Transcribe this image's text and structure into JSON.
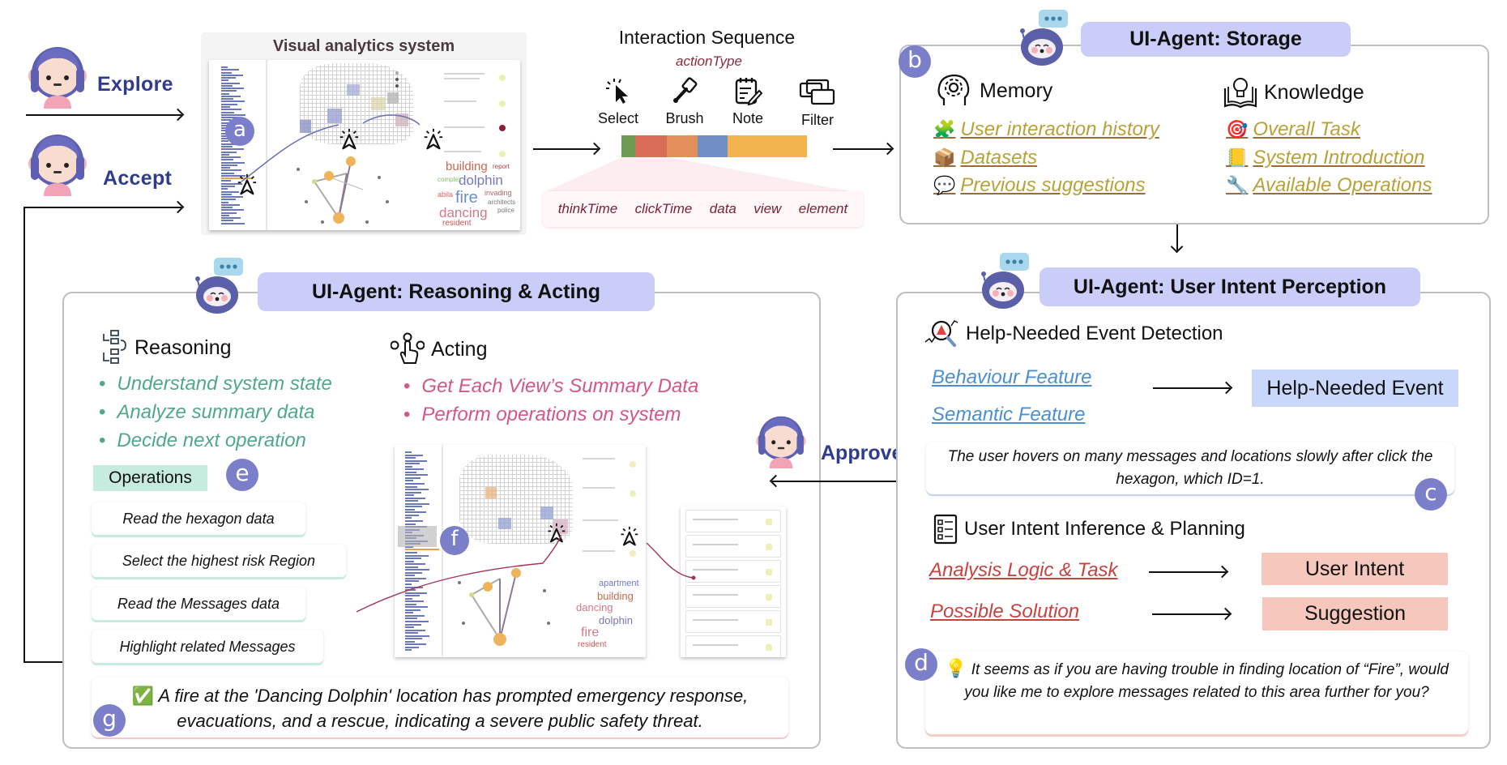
{
  "users": {
    "explore_label": "Explore",
    "accept_label": "Accept",
    "approve_label": "Approve"
  },
  "visual_system": {
    "title": "Visual analytics system",
    "marker": "a",
    "word_cloud": [
      "building",
      "report",
      "dolphin",
      "fire",
      "dancing",
      "resident",
      "complex",
      "invading",
      "architects",
      "abila",
      "police"
    ],
    "acting_marker": "f",
    "acting_word_cloud": [
      "apartment",
      "building",
      "dancing",
      "dolphin",
      "fire",
      "resident"
    ]
  },
  "interaction_sequence": {
    "title": "Interaction Sequence",
    "subtitle": "actionType",
    "actions": [
      {
        "label": "Select",
        "icon": "select-cursor-icon"
      },
      {
        "label": "Brush",
        "icon": "brush-icon"
      },
      {
        "label": "Note",
        "icon": "note-icon"
      },
      {
        "label": "Filter",
        "icon": "filter-icon"
      }
    ],
    "segments": [
      {
        "color": "#6c9a52",
        "share": 0.075
      },
      {
        "color": "#d86e58",
        "share": 0.17
      },
      {
        "color": "#e28f5a",
        "share": 0.165
      },
      {
        "color": "#6f8fc6",
        "share": 0.16
      },
      {
        "color": "#f2b54e",
        "share": 0.43
      }
    ],
    "attributes": [
      "thinkTime",
      "clickTime",
      "data",
      "view",
      "element"
    ]
  },
  "storage": {
    "title": "UI-Agent: Storage",
    "marker": "b",
    "memory": {
      "heading": "Memory",
      "items": [
        {
          "icon": "puzzle-icon",
          "emoji": "🧩",
          "label": "User interaction history"
        },
        {
          "icon": "box-icon",
          "emoji": "📦",
          "label": "Datasets"
        },
        {
          "icon": "speech-bubble-icon",
          "emoji": "💬",
          "label": "Previous suggestions"
        }
      ]
    },
    "knowledge": {
      "heading": "Knowledge",
      "items": [
        {
          "icon": "target-icon",
          "emoji": "🎯",
          "label": "Overall Task"
        },
        {
          "icon": "notebook-icon",
          "emoji": "📒",
          "label": "System Introduction"
        },
        {
          "icon": "wrench-icon",
          "emoji": "🔧",
          "label": "Available Operations"
        }
      ]
    }
  },
  "perception": {
    "title": "UI-Agent: User Intent Perception",
    "detection": {
      "heading": "Help-Needed Event Detection",
      "features": [
        "Behaviour Feature",
        "Semantic Feature"
      ],
      "output": "Help-Needed Event",
      "example": "The user hovers on many messages and locations slowly after click the hexagon, which ID=1.",
      "marker": "c"
    },
    "inference": {
      "heading": "User Intent Inference & Planning",
      "rows": [
        {
          "input": "Analysis Logic & Task",
          "output": "User Intent"
        },
        {
          "input": "Possible Solution",
          "output": "Suggestion"
        }
      ],
      "marker": "d",
      "suggestion_emoji": "💡",
      "suggestion": "It seems as if you are having trouble in finding location of “Fire”, would you like me to explore messages related to this area further for you?"
    }
  },
  "reasoning_acting": {
    "title": "UI-Agent: Reasoning & Acting",
    "reasoning": {
      "heading": "Reasoning",
      "bullets": [
        "Understand system state",
        "Analyze summary data",
        "Decide next operation"
      ]
    },
    "acting": {
      "heading": "Acting",
      "bullets": [
        "Get Each View’s Summary Data",
        "Perform operations on system"
      ]
    },
    "operations_label": "Operations",
    "operations_marker": "e",
    "operations": [
      "Read the hexagon data",
      "Select the highest risk Region",
      "Read the Messages data",
      "Highlight related Messages"
    ],
    "result_marker": "g",
    "result_emoji": "✅",
    "result": "A fire at the 'Dancing Dolphin' location has prompted emergency response, evacuations, and a rescue, indicating a severe public safety threat."
  },
  "colors": {
    "tab_bg": "#c9cdf7",
    "marker_bg": "#7b7fc9",
    "user_label": "#2f3b8c",
    "memory_link": "#b9a13a",
    "reasoning_green": "#4fa88b",
    "acting_pink": "#d2568a",
    "feature_blue": "#4a8fd3",
    "feature_red": "#c8423f",
    "help_event_bg": "#c9d7fa",
    "intent_bg": "#f6c7bd",
    "operations_bg": "#c6ecdf"
  }
}
